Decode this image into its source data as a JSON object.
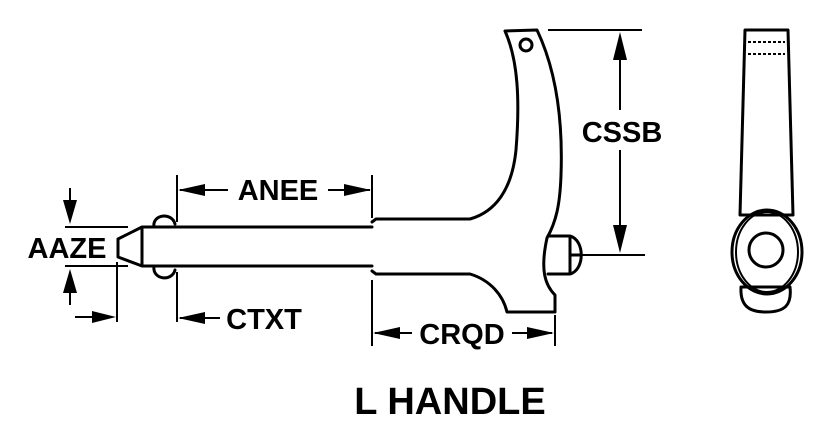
{
  "title": "L HANDLE",
  "dimensions": {
    "aaze": "AAZE",
    "anee": "ANEE",
    "ctxt": "CTXT",
    "crqd": "CRQD",
    "cssb": "CSSB"
  },
  "colors": {
    "ink": "#000000",
    "background": "#ffffff"
  }
}
